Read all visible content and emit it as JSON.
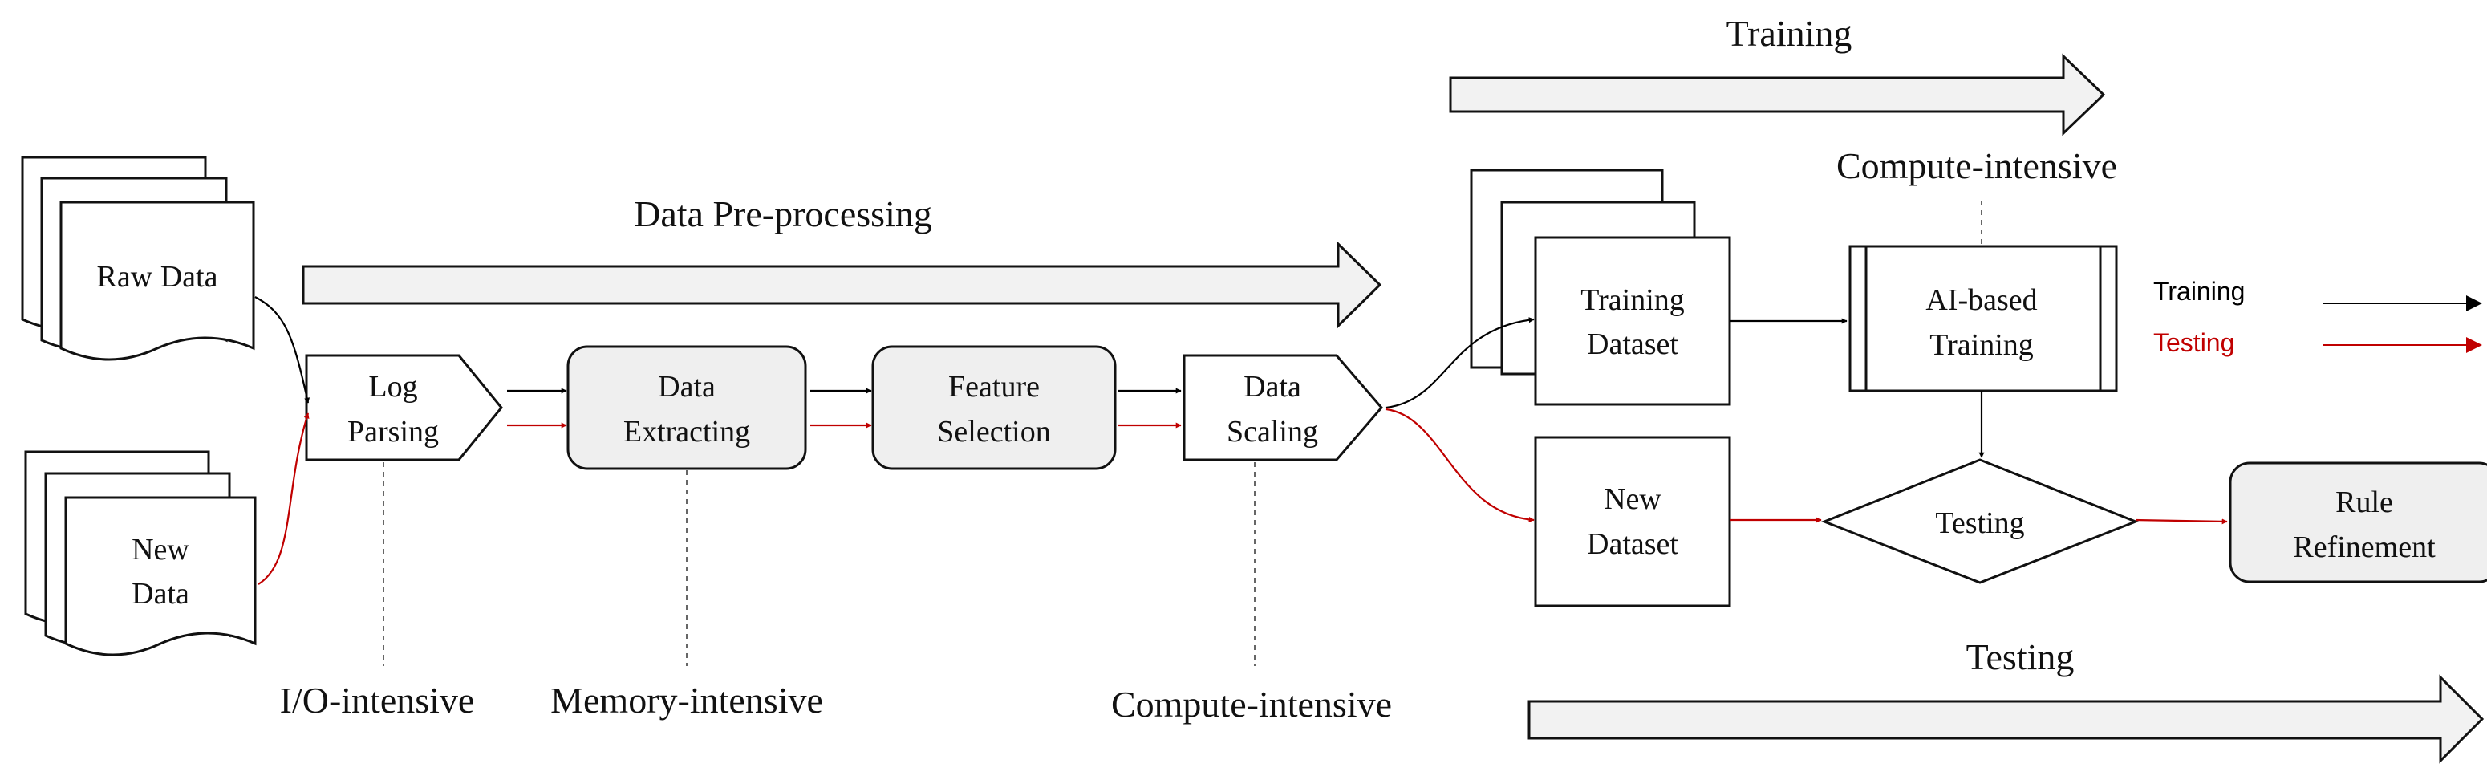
{
  "stages": {
    "preprocessing": "Data Pre-processing",
    "training": "Training",
    "testing": "Testing"
  },
  "inputs": {
    "raw_data": "Raw Data",
    "new_data_line1": "New",
    "new_data_line2": "Data"
  },
  "steps": {
    "log_parsing": [
      "Log",
      "Parsing"
    ],
    "data_extracting": [
      "Data",
      "Extracting"
    ],
    "feature_selection": [
      "Feature",
      "Selection"
    ],
    "data_scaling": [
      "Data",
      "Scaling"
    ]
  },
  "datasets": {
    "training": [
      "Training",
      "Dataset"
    ],
    "new": [
      "New",
      "Dataset"
    ]
  },
  "ai_training": [
    "AI-based",
    "Training"
  ],
  "testing_node": "Testing",
  "rule_refinement": [
    "Rule",
    "Refinement"
  ],
  "annotations": {
    "io": "I/O-intensive",
    "memory": "Memory-intensive",
    "compute_bottom": "Compute-intensive",
    "compute_top": "Compute-intensive"
  },
  "legend": {
    "training": "Training",
    "testing": "Testing",
    "training_color": "#000000",
    "testing_color": "#c00000"
  },
  "colors": {
    "box_fill": "#efefef",
    "stage_arrow_fill": "#f2f2f2",
    "training_flow": "#000000",
    "testing_flow": "#c00000"
  }
}
